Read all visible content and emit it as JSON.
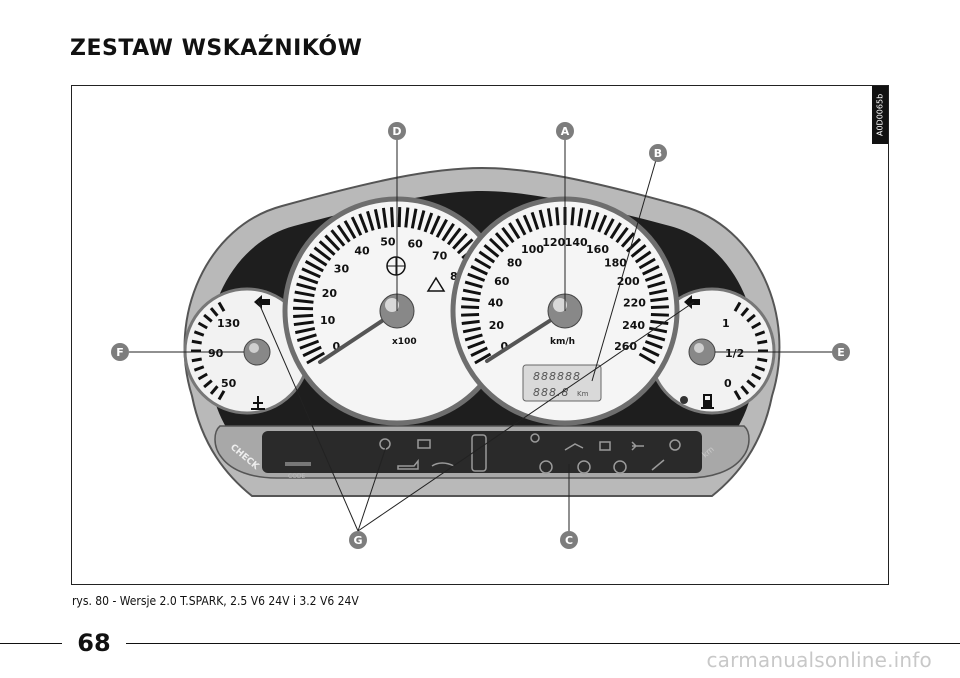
{
  "document": {
    "title": "ZESTAW WSKAŹNIKÓW",
    "figure_code": "A0D0065b",
    "caption": "rys. 80 - Wersje 2.0 T.SPARK, 2.5 V6 24V i 3.2 V6 24V",
    "page_number": "68",
    "watermark": "carmanualsonline.info"
  },
  "callouts": [
    "A",
    "B",
    "C",
    "D",
    "E",
    "F",
    "G"
  ],
  "gauges": {
    "tachometer": {
      "labels": [
        "0",
        "10",
        "20",
        "30",
        "40",
        "50",
        "60",
        "70",
        "80"
      ],
      "unit": "x100"
    },
    "speedometer": {
      "labels": [
        "0",
        "20",
        "40",
        "60",
        "80",
        "100",
        "120",
        "140",
        "160",
        "180",
        "200",
        "220",
        "240",
        "260"
      ],
      "unit": "km/h",
      "display_top": "888888",
      "display_bottom": "888.8",
      "display_unit": "Km"
    },
    "temperature": {
      "labels": [
        "50",
        "90",
        "130"
      ]
    },
    "fuel": {
      "labels": [
        "1",
        "1/2",
        "0"
      ]
    }
  },
  "warning_strip": {
    "check_label": "CHECK",
    "code_label": "CODE",
    "km_label": "km"
  }
}
